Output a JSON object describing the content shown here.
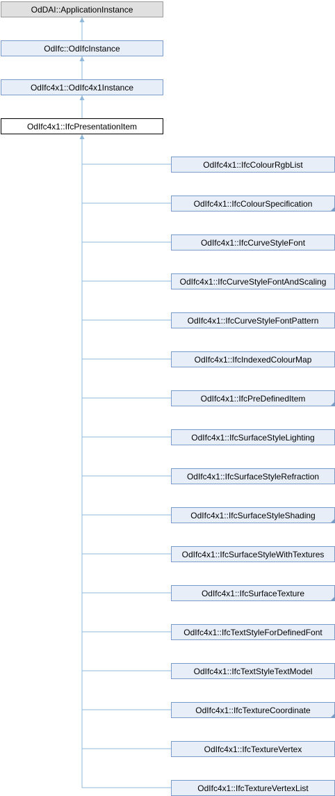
{
  "colors": {
    "edge": "#8eb7da",
    "node_border": "#7a9ac7",
    "node_fill": "#e8eef8",
    "root_fill": "#e0e0e0",
    "root_border": "#9a9a9a",
    "current_fill": "#ffffff",
    "current_border": "#000000"
  },
  "ancestors": [
    {
      "label": "OdDAI::ApplicationInstance",
      "kind": "root"
    },
    {
      "label": "OdIfc::OdIfcInstance",
      "kind": "normal"
    },
    {
      "label": "OdIfc4x1::OdIfc4x1Instance",
      "kind": "normal"
    }
  ],
  "current": {
    "label": "OdIfc4x1::IfcPresentationItem"
  },
  "children": [
    {
      "label": "OdIfc4x1::IfcColourRgbList",
      "has_subclasses": false
    },
    {
      "label": "OdIfc4x1::IfcColourSpecification",
      "has_subclasses": true
    },
    {
      "label": "OdIfc4x1::IfcCurveStyleFont",
      "has_subclasses": false
    },
    {
      "label": "OdIfc4x1::IfcCurveStyleFontAndScaling",
      "has_subclasses": false
    },
    {
      "label": "OdIfc4x1::IfcCurveStyleFontPattern",
      "has_subclasses": false
    },
    {
      "label": "OdIfc4x1::IfcIndexedColourMap",
      "has_subclasses": false
    },
    {
      "label": "OdIfc4x1::IfcPreDefinedItem",
      "has_subclasses": true
    },
    {
      "label": "OdIfc4x1::IfcSurfaceStyleLighting",
      "has_subclasses": false
    },
    {
      "label": "OdIfc4x1::IfcSurfaceStyleRefraction",
      "has_subclasses": false
    },
    {
      "label": "OdIfc4x1::IfcSurfaceStyleShading",
      "has_subclasses": true
    },
    {
      "label": "OdIfc4x1::IfcSurfaceStyleWithTextures",
      "has_subclasses": false
    },
    {
      "label": "OdIfc4x1::IfcSurfaceTexture",
      "has_subclasses": true
    },
    {
      "label": "OdIfc4x1::IfcTextStyleForDefinedFont",
      "has_subclasses": false
    },
    {
      "label": "OdIfc4x1::IfcTextStyleTextModel",
      "has_subclasses": false
    },
    {
      "label": "OdIfc4x1::IfcTextureCoordinate",
      "has_subclasses": true
    },
    {
      "label": "OdIfc4x1::IfcTextureVertex",
      "has_subclasses": false
    },
    {
      "label": "OdIfc4x1::IfcTextureVertexList",
      "has_subclasses": false
    }
  ]
}
